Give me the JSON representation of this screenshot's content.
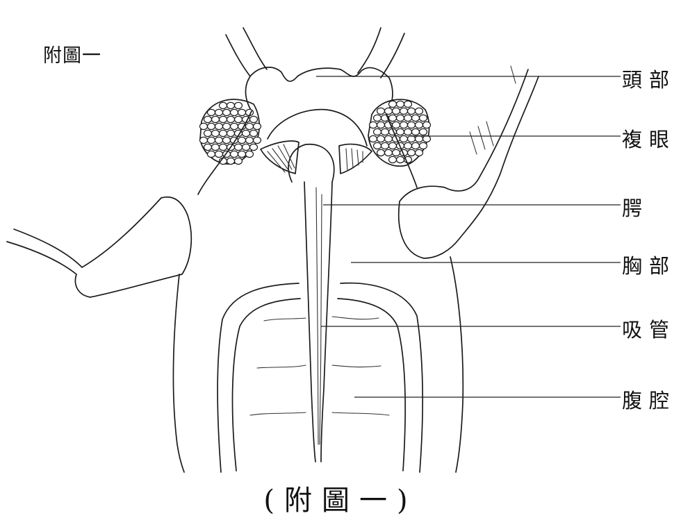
{
  "figure": {
    "corner_title": "附圖一",
    "caption": "(附圖一)"
  },
  "labels": [
    {
      "id": "head",
      "text": "頭部"
    },
    {
      "id": "compound-eye",
      "text": "複眼"
    },
    {
      "id": "palp",
      "text": "腭"
    },
    {
      "id": "thorax",
      "text": "胸部"
    },
    {
      "id": "proboscis",
      "text": "吸管"
    },
    {
      "id": "abdominal-cavity",
      "text": "腹腔"
    }
  ]
}
